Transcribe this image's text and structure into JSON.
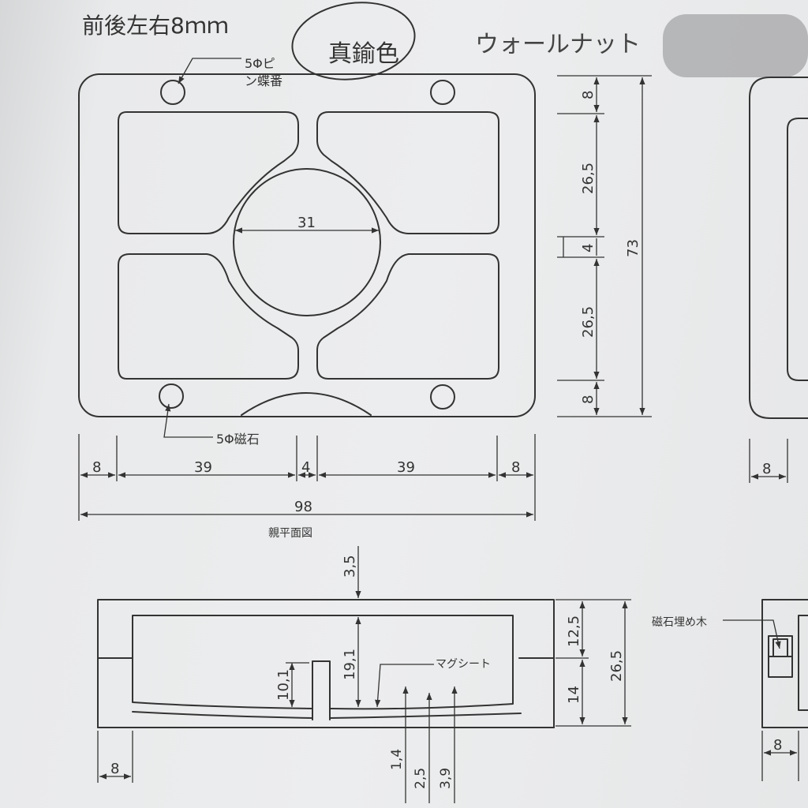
{
  "header": {
    "spec": "前後左右8ｍｍ",
    "material_circled": "真鍮色",
    "wood_note": "ウォールナット"
  },
  "plan_view": {
    "title": "親平面図",
    "pin_note_line1": "5Φピ",
    "pin_note_line2": "ン蝶番",
    "magnet_note": "5Φ磁石",
    "circle_diameter": "31",
    "width_dims": [
      "8",
      "39",
      "4",
      "39",
      "8"
    ],
    "total_width": "98",
    "height_dims": [
      "8",
      "26,5",
      "4",
      "26,5",
      "8"
    ],
    "total_height": "73"
  },
  "section_view": {
    "top_dim": "3,5",
    "depth_dim": "19,1",
    "slot_depth": "10,1",
    "right_dims": [
      "12,5",
      "14"
    ],
    "total_height": "26,5",
    "sheet_label": "マグシート",
    "bottom_dims": [
      "1,4",
      "2,5",
      "3,9"
    ],
    "left_dim": "8"
  },
  "right_partial": {
    "magnet_wood_label": "磁石埋め木",
    "dim_8_top": "8",
    "dim_8_bottom": "8"
  }
}
